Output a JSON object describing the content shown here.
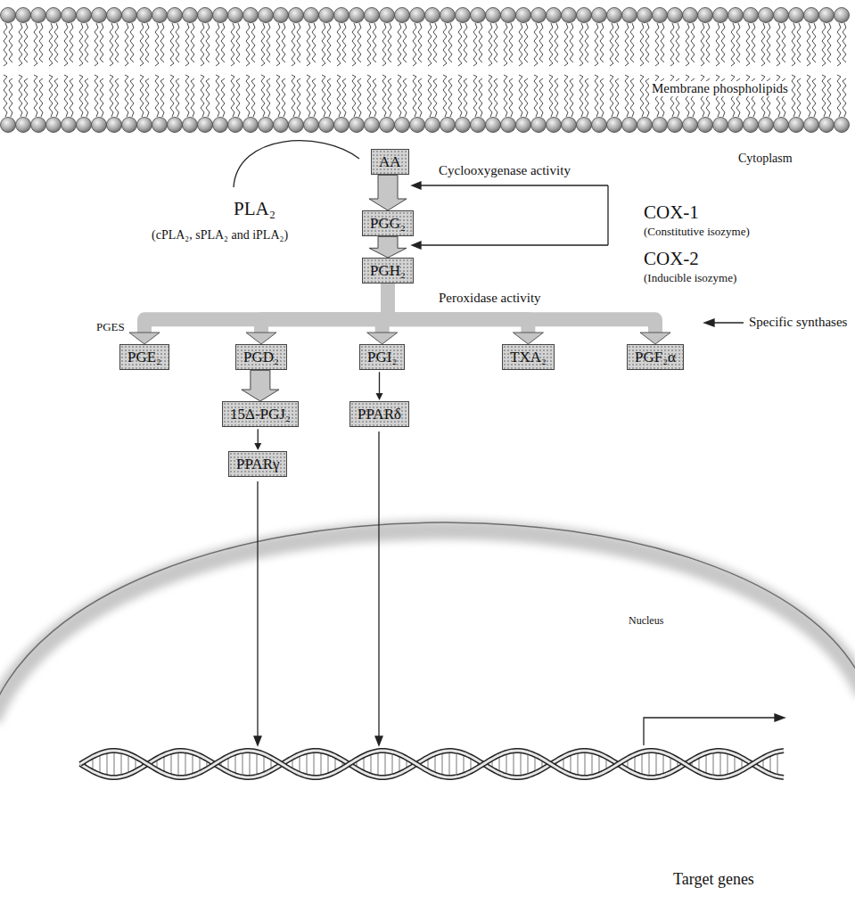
{
  "diagram": {
    "nodes": [
      {
        "text": [
          "AA"
        ]
      },
      {
        "text": [
          "PGG₂"
        ]
      },
      {
        "text": [
          "PGH₂"
        ]
      },
      {
        "text": [
          "PGE₂"
        ]
      },
      {
        "text": [
          "PGD₂"
        ]
      },
      {
        "text": [
          "PGI₂"
        ]
      },
      {
        "text": [
          "TXA₂"
        ]
      },
      {
        "text": [
          "PGF₂α"
        ]
      },
      {
        "text": [
          "15Δ-PGJ₂"
        ]
      },
      {
        "text": [
          "PPARδ"
        ]
      },
      {
        "text": [
          "PPARγ"
        ]
      }
    ],
    "edges": [
      {
        "from": 0,
        "to": 1,
        "arrow": "to"
      },
      {
        "from": 1,
        "to": 2,
        "arrow": "to"
      },
      {
        "from": 2,
        "to": 3,
        "arrow": "to"
      },
      {
        "from": 2,
        "to": 4,
        "arrow": "to"
      },
      {
        "from": 2,
        "to": 5,
        "arrow": "to"
      },
      {
        "from": 2,
        "to": 6,
        "arrow": "to"
      },
      {
        "from": 2,
        "to": 7,
        "arrow": "to"
      },
      {
        "from": 4,
        "to": 8,
        "arrow": "to"
      },
      {
        "from": 8,
        "to": 10,
        "arrow": "to"
      },
      {
        "from": 5,
        "to": 9,
        "arrow": "to"
      }
    ],
    "labels": [
      "Membrane phospholipids",
      "Cytoplasm",
      "PLA₂",
      "(cPLA₂, sPLA₂ and iPLA₂)",
      "Cyclooxygenase activity",
      "COX-1",
      "(Constitutive isozyme)",
      "COX-2",
      "(Inducible isozyme)",
      "Peroxidase activity",
      "Specific synthases",
      "PGES",
      "Nucleus",
      "Target genes"
    ]
  }
}
